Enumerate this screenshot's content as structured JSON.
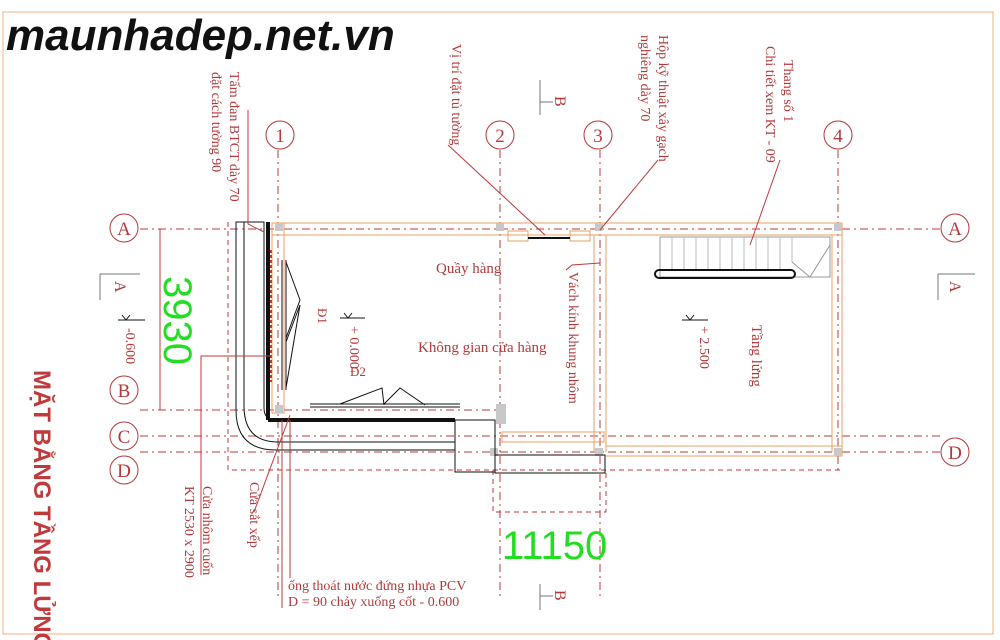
{
  "watermark": "maunhadep.net.vn",
  "sheet_title": "MẶT BẰNG TẦNG LỬNG",
  "grid_axes": {
    "cols": [
      "1",
      "2",
      "3",
      "4"
    ],
    "rows": [
      "A",
      "B",
      "C",
      "D"
    ]
  },
  "dimensions": {
    "overall_length": "11150",
    "depth": "3930"
  },
  "levels": {
    "sidewalk": "-0.600",
    "shop_floor": "+ 0.000",
    "mezzanine": "+ 2.500"
  },
  "section_markers": {
    "b_top": "B",
    "b_bottom": "B",
    "a_left": "A",
    "a_right": "A"
  },
  "doors": {
    "d1": "Đ1",
    "d2": "Đ2"
  },
  "rooms": {
    "counter": "Quầy hàng",
    "shop_space": "Không gian cửa hàng",
    "mezzanine": "Tầng lửng"
  },
  "notes": {
    "slab": [
      "Tấm đan BTCT dày 70",
      "đặt cách tường 90"
    ],
    "wardrobe": [
      "Vị trí đặt tủ tường"
    ],
    "tech_box": [
      "Hộp kỹ thuật xây gạch",
      "nghiêng dày 70"
    ],
    "stair": [
      "Thang số 1",
      "Chi tiết xem KT - 09"
    ],
    "glass": [
      "Vách kính khung nhôm"
    ],
    "rolling_door": [
      "Cửa nhôm cuốn",
      "KT 2530 x 2900"
    ],
    "steel_door": [
      "Cửa sắt xếp"
    ],
    "drain": [
      "ống thoát nước đứng nhựa PCV",
      "D = 90 chảy xuống cốt - 0.600"
    ]
  }
}
